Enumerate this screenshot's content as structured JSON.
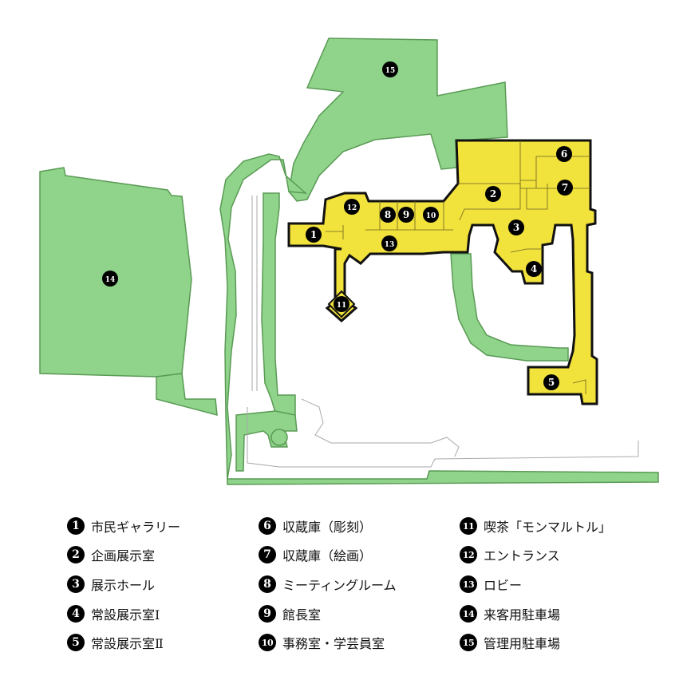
{
  "colors": {
    "parking": "#8fd48a",
    "parking_stroke": "#5a9a55",
    "building": "#f2e23c",
    "building_stroke": "#111111",
    "badge": "#000000",
    "badge_text": "#ffffff"
  },
  "map_markers": [
    {
      "num": "1"
    },
    {
      "num": "2"
    },
    {
      "num": "3"
    },
    {
      "num": "4"
    },
    {
      "num": "5"
    },
    {
      "num": "6"
    },
    {
      "num": "7"
    },
    {
      "num": "8"
    },
    {
      "num": "9"
    },
    {
      "num": "10"
    },
    {
      "num": "11"
    },
    {
      "num": "12"
    },
    {
      "num": "13"
    },
    {
      "num": "14"
    },
    {
      "num": "15"
    }
  ],
  "legend": [
    {
      "num": "1",
      "label": "市民ギャラリー"
    },
    {
      "num": "2",
      "label": "企画展示室"
    },
    {
      "num": "3",
      "label": "展示ホール"
    },
    {
      "num": "4",
      "label": "常設展示室Ⅰ"
    },
    {
      "num": "5",
      "label": "常設展示室Ⅱ"
    },
    {
      "num": "6",
      "label": "収蔵庫（彫刻）"
    },
    {
      "num": "7",
      "label": "収蔵庫（絵画）"
    },
    {
      "num": "8",
      "label": "ミーティングルーム"
    },
    {
      "num": "9",
      "label": "館長室"
    },
    {
      "num": "10",
      "label": "事務室・学芸員室"
    },
    {
      "num": "11",
      "label": "喫茶「モンマルトル」"
    },
    {
      "num": "12",
      "label": "エントランス"
    },
    {
      "num": "13",
      "label": "ロビー"
    },
    {
      "num": "14",
      "label": "来客用駐車場"
    },
    {
      "num": "15",
      "label": "管理用駐車場"
    }
  ]
}
